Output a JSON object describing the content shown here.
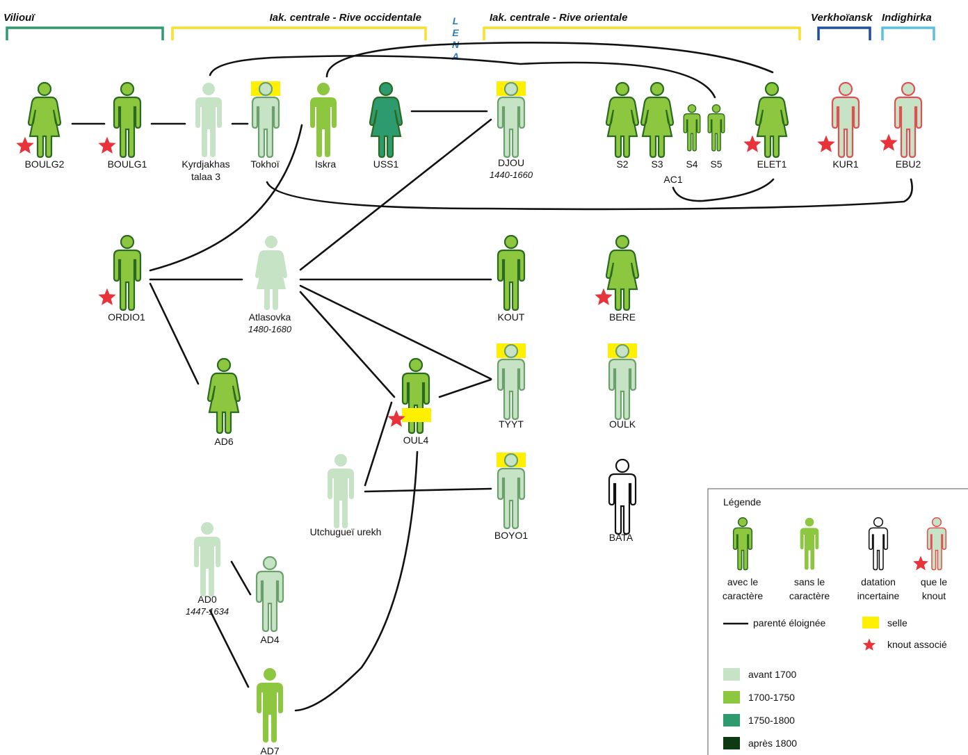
{
  "colors": {
    "before_1700": "#c6e3c6",
    "c1700_1750": "#8dc63f",
    "c1750_1800": "#2e9b6e",
    "after_1800": "#0d3a12",
    "outline_dark": "#2a6a20",
    "outline_light": "#6aa06a",
    "outline_red": "#e05050",
    "saddle": "#ffef00",
    "star": "#e8333a",
    "line": "#111111"
  },
  "regions": [
    {
      "label": "Viliouï",
      "color": "#2e9b6e"
    },
    {
      "label": "Iak. centrale - Rive occidentale",
      "color": "#f5e030"
    },
    {
      "label": "Iak. centrale - Rive orientale",
      "color": "#f5e030"
    },
    {
      "label": "Verkhoïansk",
      "color": "#1f4fa0"
    },
    {
      "label": "Indighirka",
      "color": "#5bc0de"
    }
  ],
  "lena": [
    "L",
    "E",
    "N",
    "A"
  ],
  "burials": [
    {
      "id": "boulg2",
      "label": "BOULG2",
      "date": ""
    },
    {
      "id": "boulg1",
      "label": "BOULG1",
      "date": ""
    },
    {
      "id": "kyrdjakhas",
      "label": "Kyrdjakhas",
      "label2": "talaa 3",
      "date": ""
    },
    {
      "id": "tokhoi",
      "label": "Tokhoï",
      "date": ""
    },
    {
      "id": "iskra",
      "label": "Iskra",
      "date": ""
    },
    {
      "id": "uss1",
      "label": "USS1",
      "date": ""
    },
    {
      "id": "djou",
      "label": "DJOU",
      "date": "1440-1660"
    },
    {
      "id": "s2",
      "label": "S2",
      "date": ""
    },
    {
      "id": "s3",
      "label": "S3",
      "date": ""
    },
    {
      "id": "s4",
      "label": "S4",
      "date": ""
    },
    {
      "id": "s5",
      "label": "S5",
      "date": ""
    },
    {
      "id": "ac1",
      "label": "AC1",
      "date": ""
    },
    {
      "id": "elet1",
      "label": "ELET1",
      "date": ""
    },
    {
      "id": "kur1",
      "label": "KUR1",
      "date": ""
    },
    {
      "id": "ebu2",
      "label": "EBU2",
      "date": ""
    },
    {
      "id": "ordio1",
      "label": "ORDIO1",
      "date": ""
    },
    {
      "id": "atlasovka",
      "label": "Atlasovka",
      "date": "1480-1680"
    },
    {
      "id": "kout",
      "label": "KOUT",
      "date": ""
    },
    {
      "id": "bere",
      "label": "BERE",
      "date": ""
    },
    {
      "id": "ad6",
      "label": "AD6",
      "date": ""
    },
    {
      "id": "oul4",
      "label": "OUL4",
      "date": ""
    },
    {
      "id": "tyyt",
      "label": "TYYT",
      "date": ""
    },
    {
      "id": "oulk",
      "label": "OULK",
      "date": ""
    },
    {
      "id": "utchugue",
      "label": "Utchugueï urekh",
      "date": ""
    },
    {
      "id": "boyo1",
      "label": "BOYO1",
      "date": ""
    },
    {
      "id": "bata",
      "label": "BATA",
      "date": ""
    },
    {
      "id": "ad0",
      "label": "AD0",
      "date": "1447-1634"
    },
    {
      "id": "ad4",
      "label": "AD4",
      "date": ""
    },
    {
      "id": "ad7",
      "label": "AD7",
      "date": ""
    }
  ],
  "legend": {
    "title": "Légende",
    "figures": [
      {
        "line1": "avec le",
        "line2": "caractère"
      },
      {
        "line1": "sans le",
        "line2": "caractère"
      },
      {
        "line1": "datation",
        "line2": "incertaine"
      },
      {
        "line1": "que le",
        "line2": "knout"
      }
    ],
    "line_label": "parenté éloignée",
    "saddle_label": "selle",
    "star_label": "knout associé",
    "periods": [
      {
        "label": "avant 1700",
        "color": "#c6e3c6"
      },
      {
        "label": "1700-1750",
        "color": "#8dc63f"
      },
      {
        "label": "1750-1800",
        "color": "#2e9b6e"
      },
      {
        "label": "après 1800",
        "color": "#0d3a12"
      }
    ]
  }
}
